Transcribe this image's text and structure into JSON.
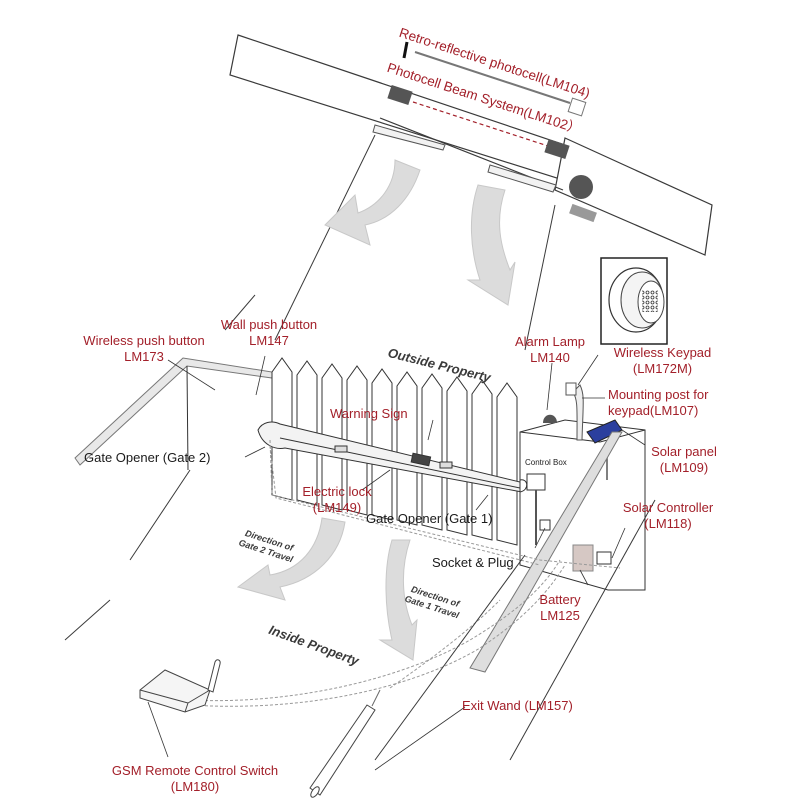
{
  "diagram": {
    "title": "Swing gate opener installation layout",
    "colors": {
      "label_red": "#a3202a",
      "line": "#3a3a3a",
      "arrow_fill": "#d9d9d9",
      "device_dark": "#555555",
      "solar_blue": "#2b3f9e"
    },
    "labels": {
      "retro_photocell": "Retro-reflective photocell(LM104)",
      "photocell_beam": "Photocell Beam System(LM102）",
      "wireless_push_button": [
        "Wireless push button",
        "LM173"
      ],
      "wall_push_button": [
        "Wall push button",
        "LM147"
      ],
      "alarm_lamp": [
        "Alarm Lamp",
        "LM140"
      ],
      "wireless_keypad": [
        "Wireless Keypad",
        "(LM172M)"
      ],
      "mounting_post": [
        "Mounting post for",
        "keypad(LM107)"
      ],
      "solar_panel": [
        "Solar panel",
        "(LM109)"
      ],
      "solar_controller": [
        "Solar Controller",
        "(LM118)"
      ],
      "warning_sign": "Warning Sign",
      "electric_lock": [
        "Electric lock",
        "(LM149)"
      ],
      "gate_opener_2": "Gate Opener (Gate 2)",
      "gate_opener_1": "Gate Opener (Gate 1)",
      "socket_plug": "Socket & Plug",
      "battery": [
        "Battery",
        "LM125"
      ],
      "exit_wand": "Exit Wand (LM157)",
      "gsm_switch": [
        "GSM Remote Control Switch",
        "(LM180)"
      ],
      "control_box": "Control Box"
    },
    "zones": {
      "outside": "Outside Property",
      "inside": "Inside Property",
      "dir_gate2": [
        "Direction of",
        "Gate 2 Travel"
      ],
      "dir_gate1": [
        "Direction of",
        "Gate 1 Travel"
      ]
    }
  }
}
